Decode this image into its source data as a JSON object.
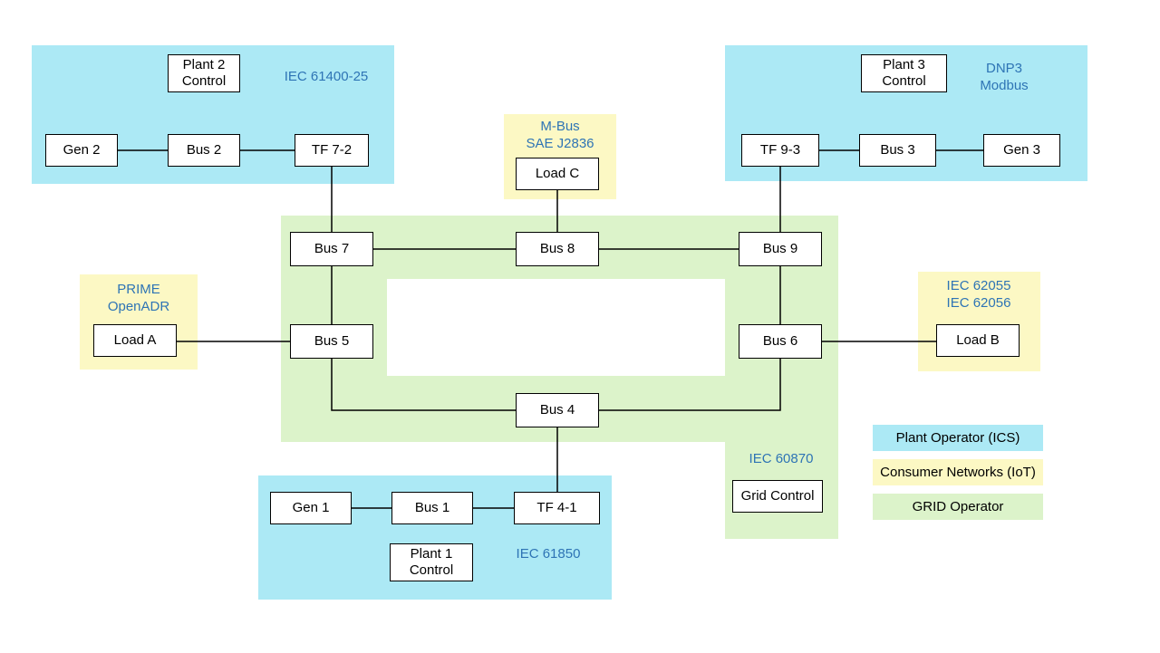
{
  "diagram": {
    "nodes": {
      "gen1": "Gen 1",
      "gen2": "Gen 2",
      "gen3": "Gen 3",
      "bus1": "Bus 1",
      "bus2": "Bus 2",
      "bus3": "Bus 3",
      "bus4": "Bus 4",
      "bus5": "Bus 5",
      "bus6": "Bus 6",
      "bus7": "Bus 7",
      "bus8": "Bus 8",
      "bus9": "Bus 9",
      "tf72": "TF 7-2",
      "tf93": "TF 9-3",
      "tf41": "TF 4-1",
      "loadA": "Load A",
      "loadB": "Load B",
      "loadC": "Load C",
      "plant1_control": "Plant 1\nControl",
      "plant2_control": "Plant 2\nControl",
      "plant3_control": "Plant 3\nControl",
      "grid_control": "Grid Control"
    },
    "protocols": {
      "plant2": "IEC 61400-25",
      "plant3": "DNP3\nModbus",
      "loadC": "M-Bus\nSAE J2836",
      "loadA": "PRIME\nOpenADR",
      "loadB": "IEC 62055\nIEC 62056",
      "grid": "IEC 60870",
      "plant1": "IEC 61850"
    },
    "legend": [
      {
        "label": "Plant Operator (ICS)",
        "color": "#ace9f5"
      },
      {
        "label": "Consumer Networks (IoT)",
        "color": "#fcf8c4"
      },
      {
        "label": "GRID Operator",
        "color": "#dcf3ca"
      }
    ],
    "colors": {
      "plant_operator": "#ace9f5",
      "consumer_networks": "#fcf8c4",
      "grid_operator": "#dcf3ca",
      "protocol_text": "#2e74b5",
      "line": "#000000"
    }
  }
}
